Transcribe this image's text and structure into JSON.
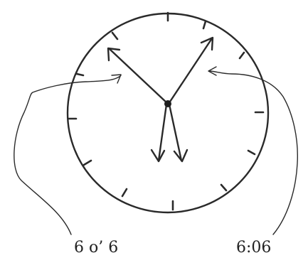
{
  "captions": {
    "left": "6 o’ 6",
    "right": "6:06"
  },
  "clock": {
    "tick_count": 12,
    "ink_color": "#2a2a2a",
    "paper_color": "#ffffff",
    "hands": [
      {
        "name": "upper-left-hand-arrow",
        "points_to": "10"
      },
      {
        "name": "upper-right-hand-arrow",
        "points_to": "1"
      },
      {
        "name": "lower-left-hand-arrow",
        "points_to": "6"
      },
      {
        "name": "lower-right-hand-arrow",
        "points_to": "6"
      }
    ]
  },
  "pointers": [
    {
      "name": "left-pointer-arrow"
    },
    {
      "name": "right-pointer-arrow"
    }
  ]
}
